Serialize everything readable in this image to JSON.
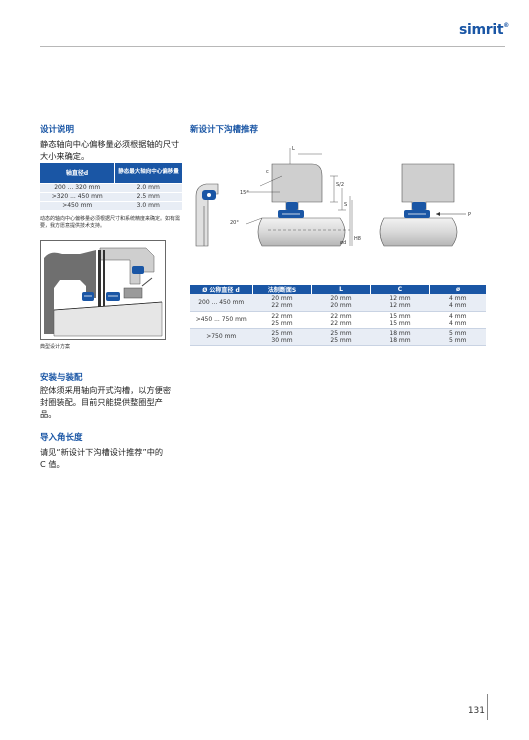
{
  "header": {
    "brand": "simrit",
    "brand_mark": "®"
  },
  "left": {
    "section1_title": "设计说明",
    "section1_text": "静态轴向中心偏移量必须根据轴的尺寸大小来确定。",
    "table1": {
      "headers": [
        "轴直径d",
        "静态最大轴向中心偏移量"
      ],
      "rows": [
        [
          "200 ... 320 mm",
          "2.0 mm"
        ],
        [
          ">320 ... 450 mm",
          "2.5 mm"
        ],
        [
          ">450 mm",
          "3.0 mm"
        ]
      ]
    },
    "note": "动态的轴向中心偏移量必须根据尺寸和系统精度来确定。如有需要，我方愿意提供技术支持。",
    "figure_caption": "典型设计方案",
    "section2_title": "安装与装配",
    "section2_text": "腔体须采用轴向开式沟槽，以方便密封圈装配。目前只能提供整圈型产品。",
    "section3_title": "导入角长度",
    "section3_text": "请见“新设计下沟槽设计推荐”中的 C 值。"
  },
  "right": {
    "section_title": "新设计下沟槽推荐",
    "diagram_labels": {
      "c": "c",
      "angle15": "15°",
      "angle20": "20°",
      "s2": "S/2",
      "s": "S",
      "l": "L",
      "h8": "H8",
      "d": "ød",
      "p": "P"
    },
    "table2": {
      "headers": [
        "Ø 公称直径 d",
        "法制断面S",
        "L",
        "C",
        "ø"
      ],
      "groups": [
        {
          "d": "200 ... 450 mm",
          "rows": [
            [
              "20 mm",
              "20 mm",
              "12 mm",
              "4 mm"
            ],
            [
              "22 mm",
              "20 mm",
              "12 mm",
              "4 mm"
            ]
          ]
        },
        {
          "d": ">450 ... 750 mm",
          "rows": [
            [
              "22 mm",
              "22 mm",
              "15 mm",
              "4 mm"
            ],
            [
              "25 mm",
              "22 mm",
              "15 mm",
              "4 mm"
            ]
          ]
        },
        {
          "d": ">750 mm",
          "rows": [
            [
              "25 mm",
              "25 mm",
              "18 mm",
              "5 mm"
            ],
            [
              "30 mm",
              "25 mm",
              "18 mm",
              "5 mm"
            ]
          ]
        }
      ]
    }
  },
  "footer": {
    "page_number": "131"
  },
  "colors": {
    "accent": "#1a56a5",
    "shade": "#e8edf5",
    "rule": "#b8b8b8"
  }
}
